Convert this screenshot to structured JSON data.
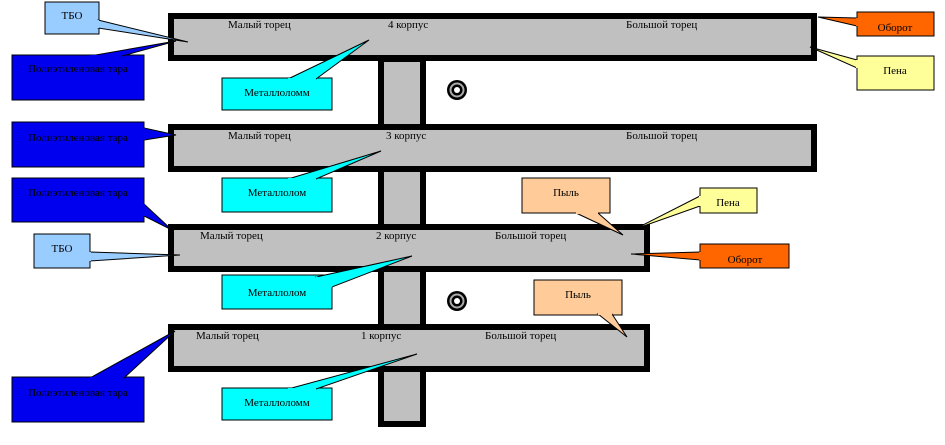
{
  "diagram": {
    "colors": {
      "building_fill": "#c0c0c0",
      "tbo": "#99ccff",
      "polyethylene": "#0000ee",
      "metal": "#00ffff",
      "turnover": "#ff6600",
      "foam": "#ffff99",
      "dust": "#ffcc99"
    },
    "buildings": [
      {
        "name": "4 корпус",
        "small_end": "Малый торец",
        "large_end": "Большой торец"
      },
      {
        "name": "3 корпус",
        "small_end": "Малый торец",
        "large_end": "Большой торец"
      },
      {
        "name": "2 корпус",
        "small_end": "Малый торец",
        "large_end": "Большой торец"
      },
      {
        "name": "1 корпус",
        "small_end": "Малый торец",
        "large_end": "Большой торец"
      }
    ],
    "callouts": [
      {
        "id": "tbo-4",
        "text": "ТБО",
        "type": "tbo"
      },
      {
        "id": "poly-4",
        "text": "Полиэтиленовая тара",
        "type": "polyethylene"
      },
      {
        "id": "metal-4",
        "text": "Металлоломм",
        "type": "metal"
      },
      {
        "id": "turnover-4",
        "text": "Оборот",
        "type": "turnover"
      },
      {
        "id": "foam-4",
        "text": "Пена",
        "type": "foam"
      },
      {
        "id": "poly-3",
        "text": "Полиэтиленовая тара",
        "type": "polyethylene"
      },
      {
        "id": "metal-3",
        "text": "Металлолом",
        "type": "metal"
      },
      {
        "id": "poly-2",
        "text": "Полиэтиленовая тара",
        "type": "polyethylene"
      },
      {
        "id": "dust-2",
        "text": "Пыль",
        "type": "dust"
      },
      {
        "id": "foam-2",
        "text": "Пена",
        "type": "foam"
      },
      {
        "id": "tbo-2",
        "text": "ТБО",
        "type": "tbo"
      },
      {
        "id": "turnover-2",
        "text": "Оборот",
        "type": "turnover"
      },
      {
        "id": "metal-2",
        "text": "Металлолом",
        "type": "metal"
      },
      {
        "id": "dust-1",
        "text": "Пыль",
        "type": "dust"
      },
      {
        "id": "poly-1",
        "text": "Полиэтиленовая тара",
        "type": "polyethylene"
      },
      {
        "id": "metal-1",
        "text": "Металлоломм",
        "type": "metal"
      }
    ],
    "markers": [
      {
        "icon": "target-icon",
        "between": "4-3"
      },
      {
        "icon": "target-icon",
        "between": "2-1"
      }
    ]
  }
}
